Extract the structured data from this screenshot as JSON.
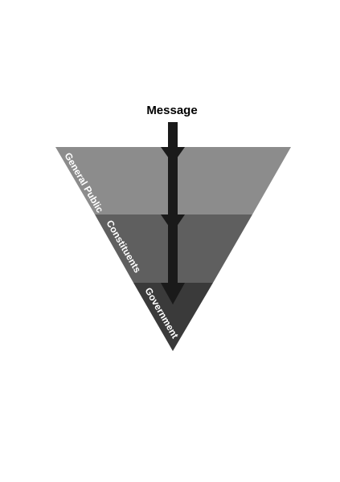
{
  "diagram": {
    "title": "Message",
    "layers": [
      {
        "label": "General Public",
        "color": "#8c8c8c"
      },
      {
        "label": "Constituents",
        "color": "#5f5f5f"
      },
      {
        "label": "Government",
        "color": "#3a3a3a"
      }
    ],
    "arrow_color": "#1a1a1a"
  }
}
